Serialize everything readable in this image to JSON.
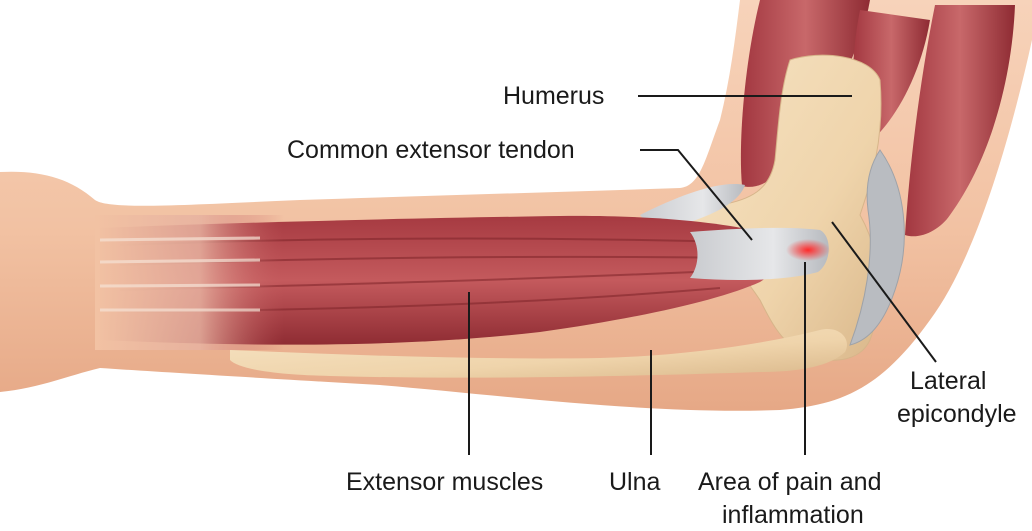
{
  "labels": {
    "humerus": "Humerus",
    "common_extensor_tendon": "Common extensor tendon",
    "lateral_epicondyle_line1": "Lateral",
    "lateral_epicondyle_line2": "epicondyle",
    "extensor_muscles": "Extensor muscles",
    "ulna": "Ulna",
    "pain_area_line1": "Area of pain and",
    "pain_area_line2": "inflammation"
  },
  "colors": {
    "skin": "#f2c3a5",
    "skin_dark": "#e4a787",
    "bone": "#f1d8b1",
    "bone_shade": "#dcbb8f",
    "muscle": "#b4454b",
    "muscle_dark": "#8f2c33",
    "tendon": "#d9dadc",
    "tendon_shade": "#a9adb2",
    "inflammation": "#e8202a",
    "text": "#1a1a1a"
  }
}
